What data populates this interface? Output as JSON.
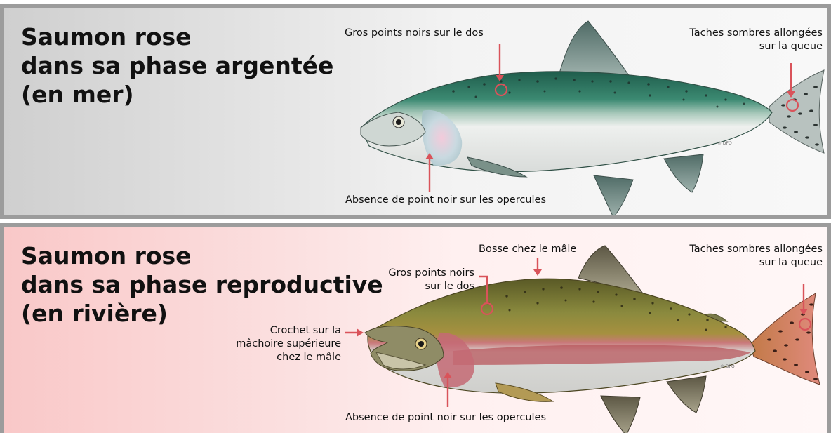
{
  "colors": {
    "accent": "#d9535a",
    "sea_panel_bg": "#e6e6e6",
    "river_panel_bg": "#fbe0e0",
    "border": "#9c9c9c",
    "text": "#111111"
  },
  "sea_phase": {
    "title_lines": [
      "Saumon rose",
      "dans sa phase argentée",
      "(en mer)"
    ],
    "labels": {
      "back_spots": "Gros points noirs sur le dos",
      "tail_spots_lines": [
        "Taches sombres allongées",
        "sur la queue"
      ],
      "gill_cover": "Absence de point noir sur les opercules"
    },
    "credit": "© DFO"
  },
  "river_phase": {
    "title_lines": [
      "Saumon rose",
      "dans sa phase reproductive",
      "(en rivière)"
    ],
    "labels": {
      "hump": "Bosse chez le mâle",
      "back_spots_lines": [
        "Gros points noirs",
        "sur le dos"
      ],
      "tail_spots_lines": [
        "Taches sombres allongées",
        "sur la queue"
      ],
      "hook_jaw_lines": [
        "Crochet sur la",
        "mâchoire supérieure",
        "chez le mâle"
      ],
      "gill_cover": "Absence de point noir sur les opercules"
    },
    "credit": "© DFO"
  }
}
